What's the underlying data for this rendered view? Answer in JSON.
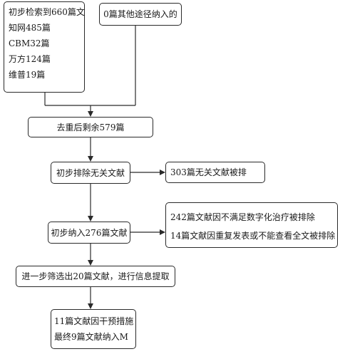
{
  "flowchart": {
    "initial_search": {
      "lines": [
        "初步检索到660篇文",
        "知网485篇",
        "CBM32篇",
        "万方124篇",
        "维普19篇"
      ]
    },
    "other_sources": "0篇其他途径纳入的",
    "after_dedup": "去重后剩余579篇",
    "initial_exclude": "初步排除无关文献",
    "irrelevant_excluded": "303篇无关文献被排",
    "initial_include": "初步纳入276篇文献",
    "exclusion_reasons": [
      "242篇文献因不满足数字化治疗被排除",
      "14篇文献因重复发表或不能查看全文被排除"
    ],
    "further_screen": "进一步筛选出20篇文献，进行信息提取",
    "final": {
      "lines": [
        "11篇文献因干预措施",
        "最终9篇文献纳入M"
      ]
    },
    "line_color": "#2a2a2a"
  }
}
